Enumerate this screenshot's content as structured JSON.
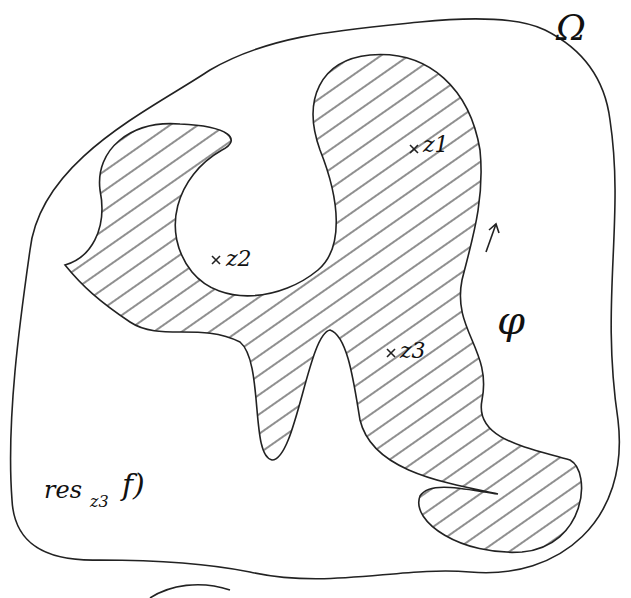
{
  "diagram": {
    "labels": [
      "Ω",
      "z1",
      "z2",
      "z3",
      "φ",
      "res",
      "z3",
      "f)"
    ]
  }
}
